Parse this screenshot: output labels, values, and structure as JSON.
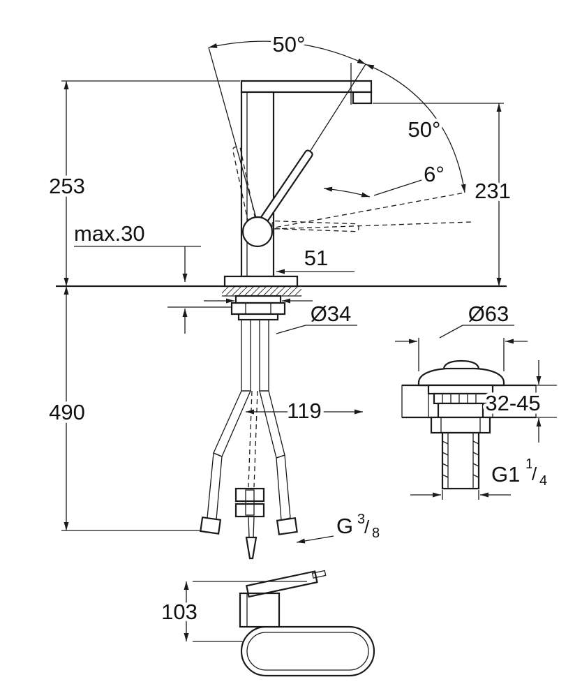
{
  "drawing_type": "faucet-installation-dimension-drawing",
  "colors": {
    "ink": "#1a1a1a",
    "background": "#ffffff"
  },
  "labels": {
    "swivel_angle": "50°",
    "lever_angle": "50°",
    "lever_tilt": "6°",
    "height_253": "253",
    "height_231": "231",
    "max_thickness": "max.30",
    "reach_51": "51",
    "dia_34": "Ø34",
    "height_490": "490",
    "offset_119": "119",
    "dia_63": "Ø63",
    "deck_32_45": "32-45",
    "thread_g114_base": "G1",
    "thread_g114_num": "1",
    "thread_g114_slash": "/",
    "thread_g114_den": "4",
    "thread_g38_base": "G",
    "thread_g38_num": "3",
    "thread_g38_slash": "/",
    "thread_g38_den": "8",
    "height_103": "103"
  }
}
